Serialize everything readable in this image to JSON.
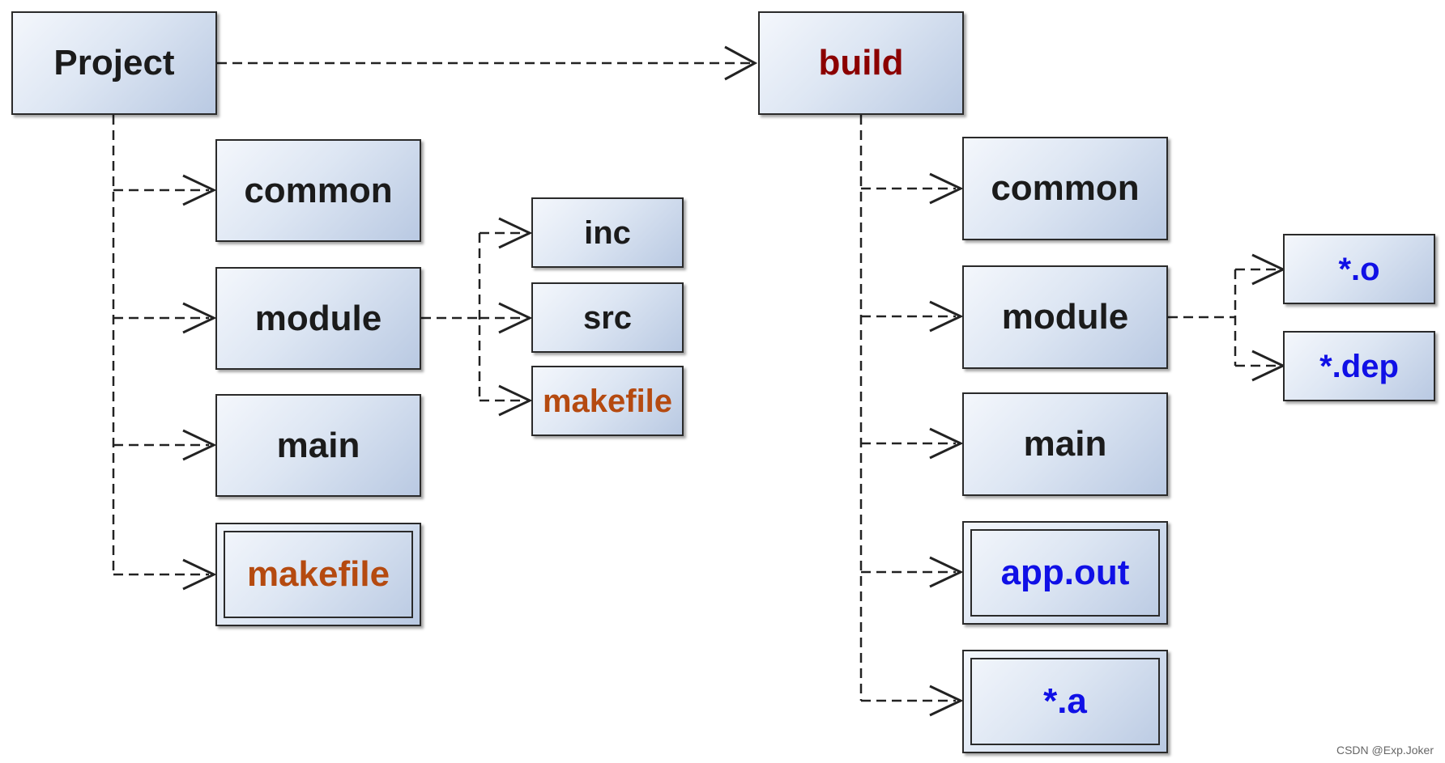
{
  "nodes": {
    "project": "Project",
    "build": "build",
    "src_common": "common",
    "src_module": "module",
    "src_main": "main",
    "src_makefile": "makefile",
    "module_inc": "inc",
    "module_src": "src",
    "module_makefile": "makefile",
    "build_common": "common",
    "build_module": "module",
    "build_main": "main",
    "build_app_out": "app.out",
    "build_lib_a": "*.a",
    "build_obj_o": "*.o",
    "build_dep": "*.dep"
  },
  "colors": {
    "default_text": "#1b1b1b",
    "build_text": "#8b0000",
    "makefile_text": "#b54a10",
    "artifact_text": "#1010e6",
    "connector": "#222222"
  },
  "watermark": "CSDN @Exp.Joker"
}
